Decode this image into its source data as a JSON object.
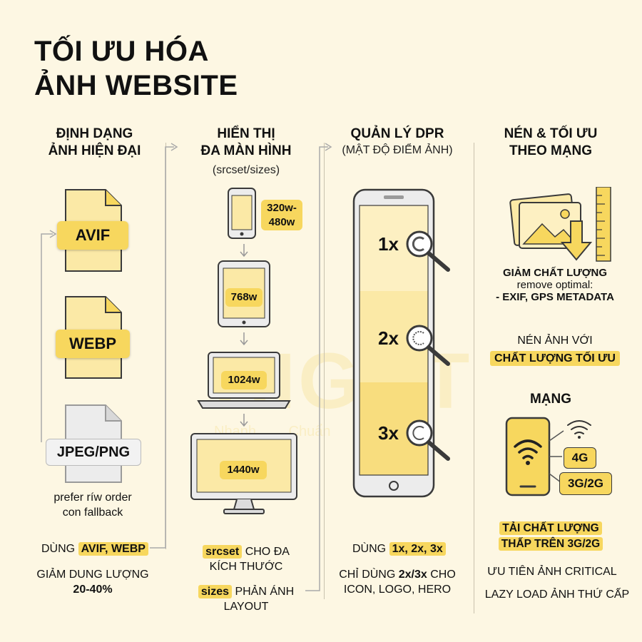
{
  "title": {
    "line1": "TỐI ƯU HÓA",
    "line2": "ẢNH WEBSITE"
  },
  "col1": {
    "heading1": "ĐỊNH DẠNG",
    "heading2": "ẢNH HIỆN ĐẠI",
    "formats": [
      "AVIF",
      "WEBP",
      "JPEG/PNG"
    ],
    "note1": "prefer ríw order",
    "note2": "con fallback",
    "use_prefix": "DÙNG",
    "use_highlight": "AVIF, WEBP",
    "reduce1": "GIẢM DUNG LƯỢNG",
    "reduce2": "20-40%"
  },
  "col2": {
    "heading1": "HIỂN THỊ",
    "heading2": "ĐA MÀN HÌNH",
    "sub": "(srcset/sizes)",
    "devices": [
      {
        "type": "phone",
        "label": "320w-\n480w"
      },
      {
        "type": "tablet",
        "label": "768w"
      },
      {
        "type": "laptop",
        "label": "1024w"
      },
      {
        "type": "desktop",
        "label": "1440w"
      }
    ],
    "srcset_hl": "srcset",
    "srcset_text1": "CHO ĐA",
    "srcset_text2": "KÍCH THƯỚC",
    "sizes_hl": "sizes",
    "sizes_text1": "PHẢN ÁNH",
    "sizes_text2": "LAYOUT"
  },
  "col3": {
    "heading": "QUẢN LÝ DPR",
    "sub": "(MẬT ĐỘ ĐIỂM ẢNH)",
    "levels": [
      "1x",
      "2x",
      "3x"
    ],
    "use_prefix": "DÙNG",
    "use_highlight": "1x, 2x, 3x",
    "only_prefix": "CHỈ DÙNG",
    "only_bold": "2x/3x",
    "only_suffix": "CHO",
    "only_line2": "ICON, LOGO, HERO"
  },
  "col4": {
    "heading1": "NÉN & TỐI ƯU",
    "heading2": "THEO MẠNG",
    "reduce_quality": "GIẢM CHẤT LƯỢNG",
    "remove_optimal": "remove optimal:",
    "exif": "- EXIF, GPS METADATA",
    "compress": "NÉN ẢNH VỚI",
    "compress_hl": "CHẤT LƯỢNG TỐI ƯU",
    "network": "MẠNG",
    "net_4g": "4G",
    "net_3g": "3G/2G",
    "load_low1": "TẢI CHẤT LƯỢNG",
    "load_low2": "THẤP TRÊN 3G/2G",
    "priority": "ƯU TIÊN ẢNH CRITICAL",
    "lazy": "LAZY LOAD ẢNH THỨ CẤP"
  },
  "watermark": {
    "brand": "HIGHT",
    "tag1": "Nhanh",
    "tag2": "Chuẩn"
  },
  "colors": {
    "accent": "#f7d75e",
    "accent_light": "#fbe9a6",
    "background": "#fdf7e3",
    "stroke": "#3a3a3a"
  }
}
